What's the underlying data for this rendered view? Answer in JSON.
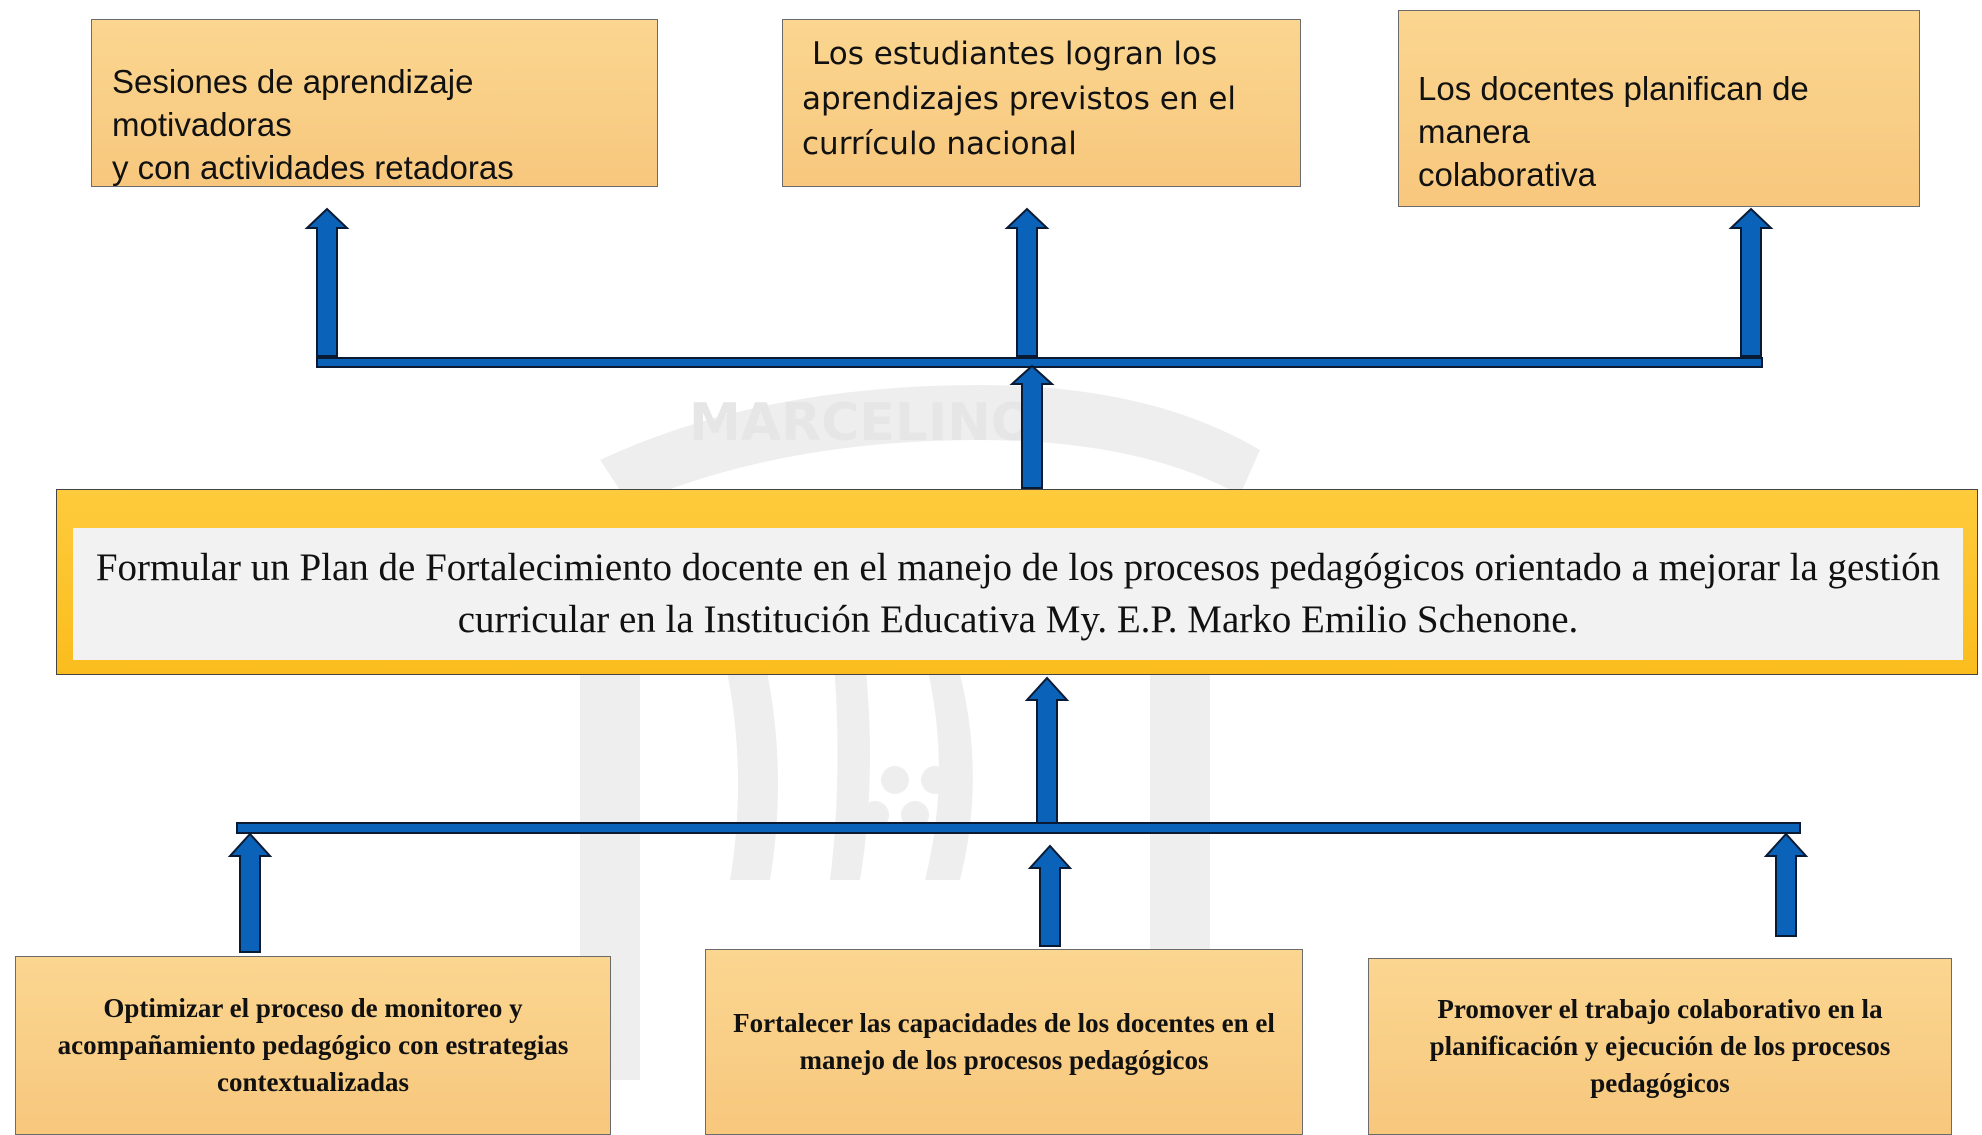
{
  "colors": {
    "arrow_fill": "#0a63b8",
    "arrow_outline": "#0a1a33",
    "box_fill": "#f9cf86",
    "central_fill": "#fcc52d",
    "central_inner": "#f2f2f2"
  },
  "watermark": {
    "arc_text": "MARCELINO"
  },
  "top_boxes": [
    {
      "lines": [
        "Sesiones de aprendizaje motivadoras",
        "y con actividades retadoras"
      ]
    },
    {
      "lines": [
        "Los estudiantes logran los",
        "aprendizajes previstos en el",
        "currículo nacional"
      ]
    },
    {
      "lines": [
        "Los docentes planifican de manera",
        "colaborativa"
      ]
    }
  ],
  "central": {
    "text": "Formular un Plan de Fortalecimiento docente en el manejo de los procesos pedagógicos orientado a mejorar la gestión curricular en la Institución Educativa My. E.P. Marko Emilio Schenone."
  },
  "bottom_boxes": [
    {
      "text": "Optimizar el proceso de monitoreo y acompañamiento pedagógico con estrategias contextualizadas"
    },
    {
      "text": "Fortalecer las capacidades de los docentes en el manejo de los procesos pedagógicos"
    },
    {
      "text": "Promover el trabajo colaborativo en la planificación y ejecución de los procesos pedagógicos"
    }
  ]
}
